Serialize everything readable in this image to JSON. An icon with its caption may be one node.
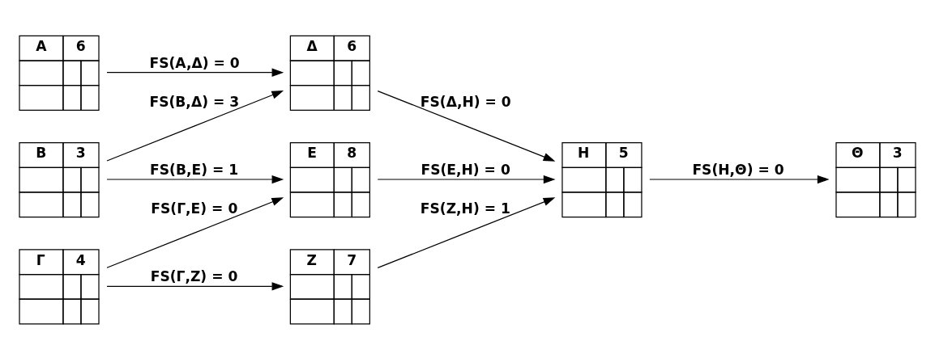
{
  "diagram": {
    "nodes": [
      {
        "text": [
          "A",
          "6"
        ]
      },
      {
        "text": [
          "B",
          "3"
        ]
      },
      {
        "text": [
          "Γ",
          "4"
        ]
      },
      {
        "text": [
          "Δ",
          "6"
        ]
      },
      {
        "text": [
          "E",
          "8"
        ]
      },
      {
        "text": [
          "Z",
          "7"
        ]
      },
      {
        "text": [
          "H",
          "5"
        ]
      },
      {
        "text": [
          "Θ",
          "3"
        ]
      }
    ],
    "edges": [
      {
        "from": 0,
        "to": 3,
        "arrow": "to",
        "label": "FS(A,Δ) = 0"
      },
      {
        "from": 1,
        "to": 3,
        "arrow": "to",
        "label": "FS(B,Δ) = 3"
      },
      {
        "from": 1,
        "to": 4,
        "arrow": "to",
        "label": "FS(B,E) = 1"
      },
      {
        "from": 2,
        "to": 4,
        "arrow": "to",
        "label": "FS(Γ,E) = 0"
      },
      {
        "from": 2,
        "to": 5,
        "arrow": "to",
        "label": "FS(Γ,Z) = 0"
      },
      {
        "from": 3,
        "to": 6,
        "arrow": "to",
        "label": "FS(Δ,H) = 0"
      },
      {
        "from": 4,
        "to": 6,
        "arrow": "to",
        "label": "FS(E,H) = 0"
      },
      {
        "from": 5,
        "to": 6,
        "arrow": "to",
        "label": "FS(Z,H) = 1"
      },
      {
        "from": 6,
        "to": 7,
        "arrow": "to",
        "label": "FS(H,Θ) = 0"
      }
    ]
  }
}
